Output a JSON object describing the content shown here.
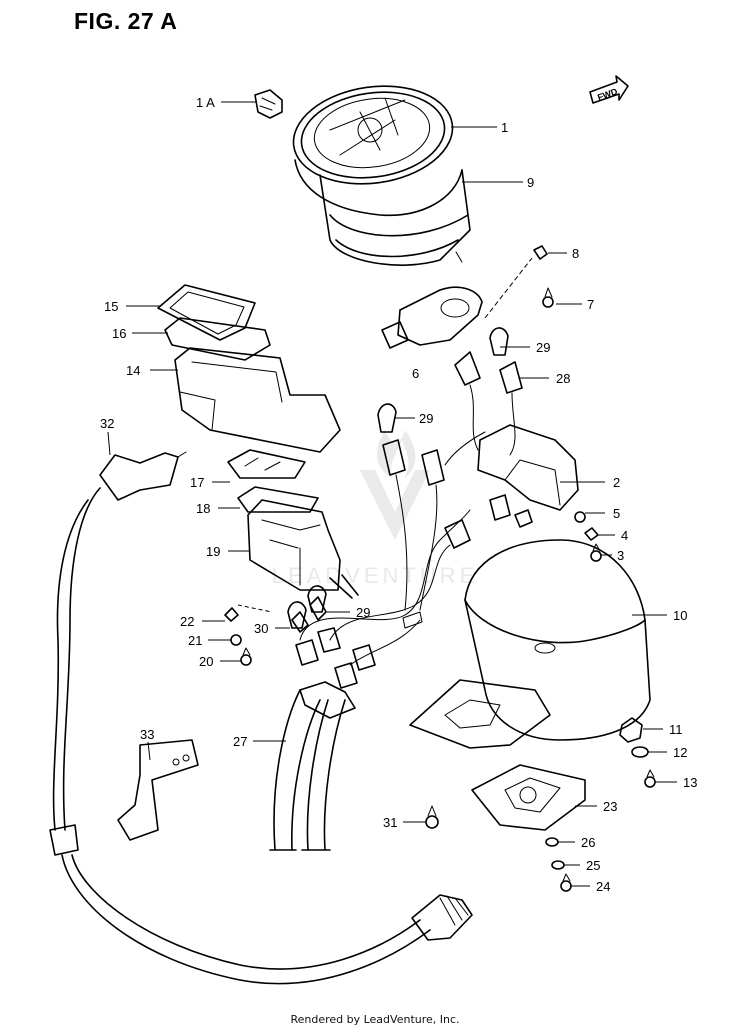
{
  "figure": {
    "title": "FIG. 27 A"
  },
  "fwd_badge": "FWD",
  "watermark": "LEADVENTURE",
  "footer": "Rendered by LeadVenture, Inc.",
  "callouts": {
    "c1A": "1 A",
    "c1": "1",
    "c9": "9",
    "c8": "8",
    "c7": "7",
    "c15": "15",
    "c16": "16",
    "c14": "14",
    "c29a": "29",
    "c6": "6",
    "c28": "28",
    "c29b": "29",
    "c32": "32",
    "c2": "2",
    "c17": "17",
    "c5": "5",
    "c18": "18",
    "c4": "4",
    "c19": "19",
    "c3": "3",
    "c22": "22",
    "c29c": "29",
    "c10": "10",
    "c30": "30",
    "c21": "21",
    "c20": "20",
    "c11": "11",
    "c33": "33",
    "c27": "27",
    "c12": "12",
    "c13": "13",
    "c23": "23",
    "c31": "31",
    "c26": "26",
    "c25": "25",
    "c24": "24"
  }
}
